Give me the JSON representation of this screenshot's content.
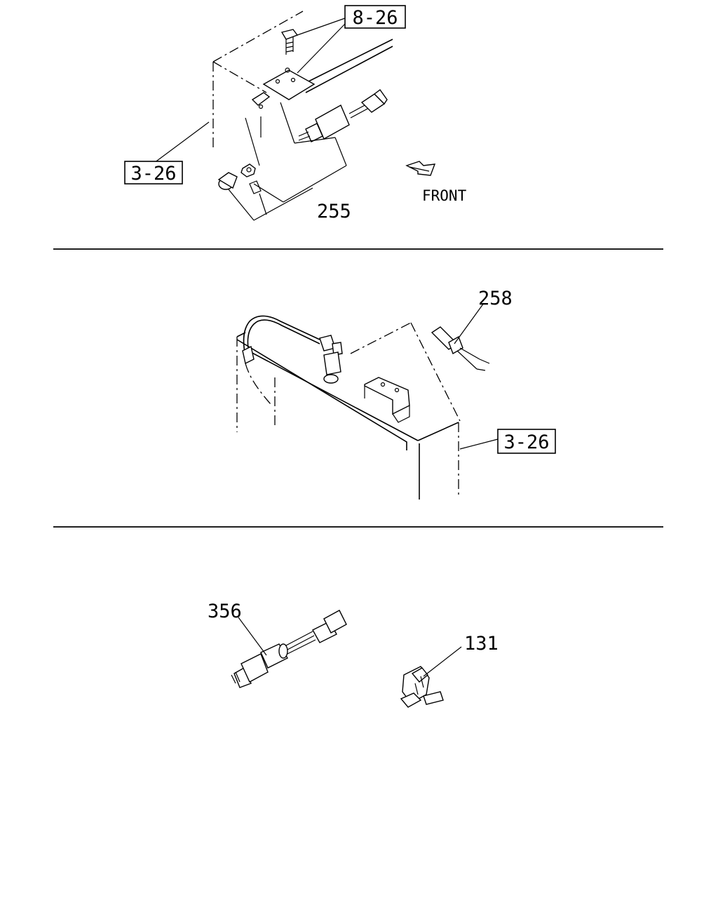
{
  "panels": [
    {
      "refs": [
        "8-26",
        "3-26"
      ],
      "parts": [
        "255"
      ],
      "direction_label": "FRONT"
    },
    {
      "refs": [
        "3-26"
      ],
      "parts": [
        "258"
      ]
    },
    {
      "refs": [],
      "parts": [
        "356",
        "131"
      ]
    }
  ]
}
